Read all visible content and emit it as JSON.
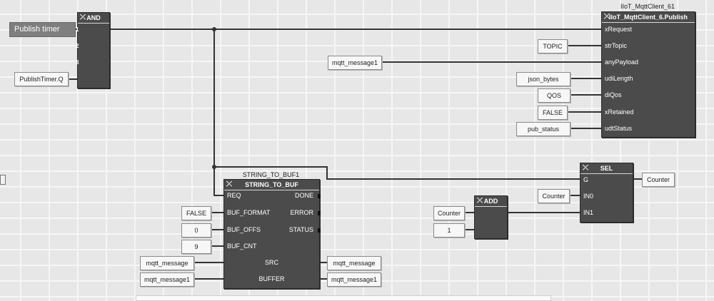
{
  "inputs": {
    "publish_timer": "Publish timer",
    "publish_timer_q": "PublishTimer.Q"
  },
  "and_block": {
    "title": "AND",
    "inputs": [
      "1",
      "2",
      "3"
    ]
  },
  "mqtt_block": {
    "instance": "IIoT_MqttClient_61",
    "type": "IIoT_MqttClient_6.Publish",
    "ports": [
      "xRequest",
      "strTopic",
      "anyPayload",
      "udiLength",
      "diQos",
      "xRetained",
      "udtStatus"
    ],
    "values": [
      "TOPIC",
      "mqtt_message1",
      "json_bytes",
      "QOS",
      "FALSE",
      "pub_status"
    ]
  },
  "str_block": {
    "instance": "STRING_TO_BUF1",
    "type": "STRING_TO_BUF",
    "left_ports": [
      "REQ",
      "BUF_FORMAT",
      "BUF_OFFS",
      "BUF_CNT"
    ],
    "right_ports": [
      "DONE",
      "ERROR",
      "STATUS"
    ],
    "center_ports": [
      "SRC",
      "BUFFER"
    ],
    "in_values": [
      "FALSE",
      "0",
      "9",
      "mqtt_message",
      "mqtt_message1"
    ],
    "out_values": [
      "mqtt_message",
      "mqtt_message1"
    ]
  },
  "add_block": {
    "title": "ADD",
    "in_values": [
      "Counter",
      "1"
    ]
  },
  "sel_block": {
    "title": "SEL",
    "ports": [
      "G",
      "IN0",
      "IN1"
    ],
    "in_value": "Counter",
    "out_value": "Counter"
  },
  "icons": {
    "block_marker": "x-icon"
  }
}
